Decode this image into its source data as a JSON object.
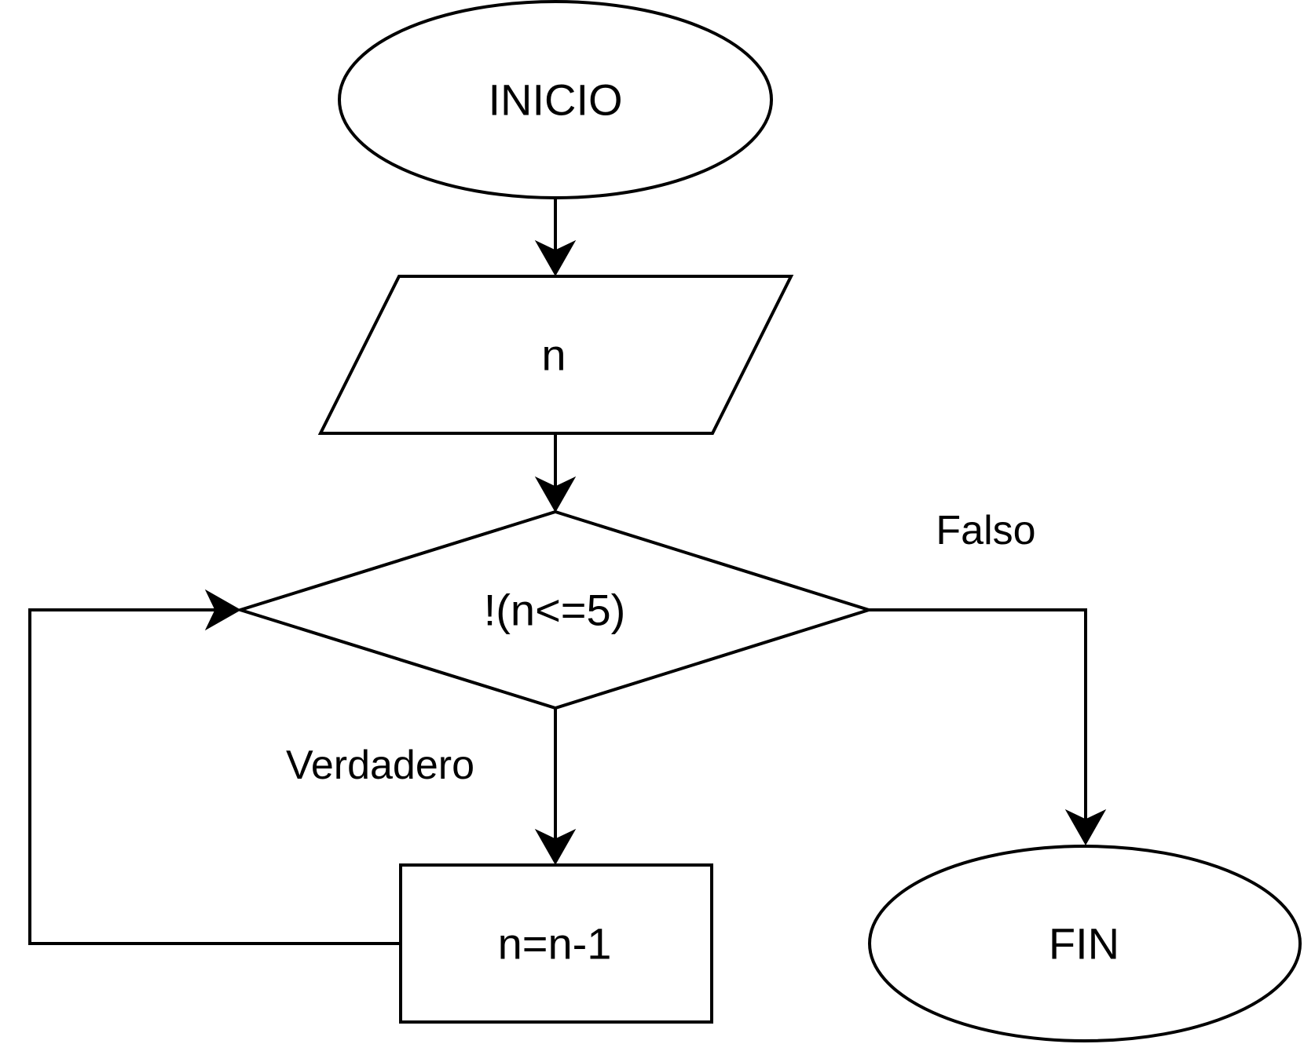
{
  "diagram": {
    "type": "flowchart",
    "nodes": {
      "start": {
        "label": "INICIO",
        "shape": "terminator"
      },
      "input": {
        "label": "n",
        "shape": "input-output"
      },
      "decision": {
        "label": "!(n<=5)",
        "shape": "decision"
      },
      "process": {
        "label": "n=n-1",
        "shape": "process"
      },
      "end": {
        "label": "FIN",
        "shape": "terminator"
      }
    },
    "edges": {
      "false_label": "Falso",
      "true_label": "Verdadero"
    },
    "colors": {
      "stroke": "#000000",
      "fill": "#ffffff"
    }
  }
}
